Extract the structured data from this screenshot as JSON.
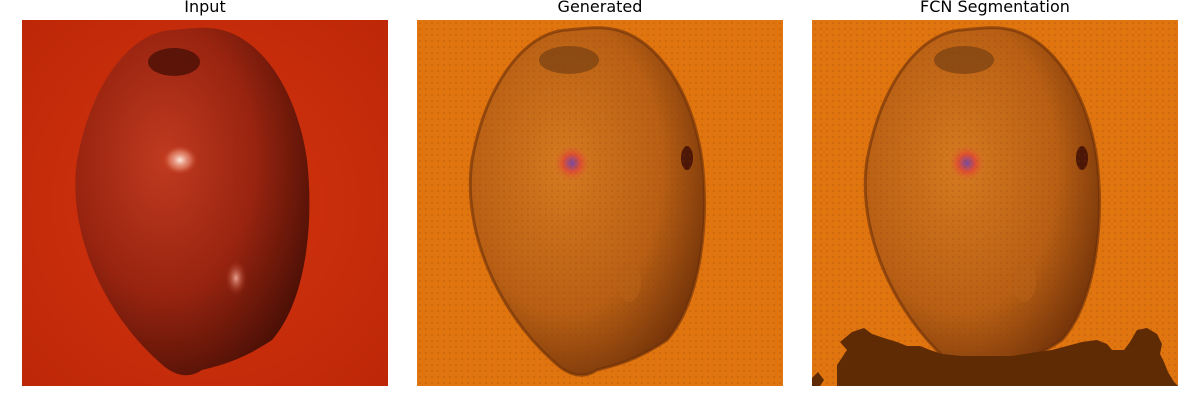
{
  "panels": [
    {
      "title": "Input"
    },
    {
      "title": "Generated"
    },
    {
      "title": "FCN Segmentation"
    }
  ],
  "colors": {
    "input_background": "#c22a08",
    "input_apple": "#a52a12",
    "generated_background": "#e0740f",
    "generated_apple": "#c96d18",
    "segmentation_region": "#5e2b05"
  }
}
